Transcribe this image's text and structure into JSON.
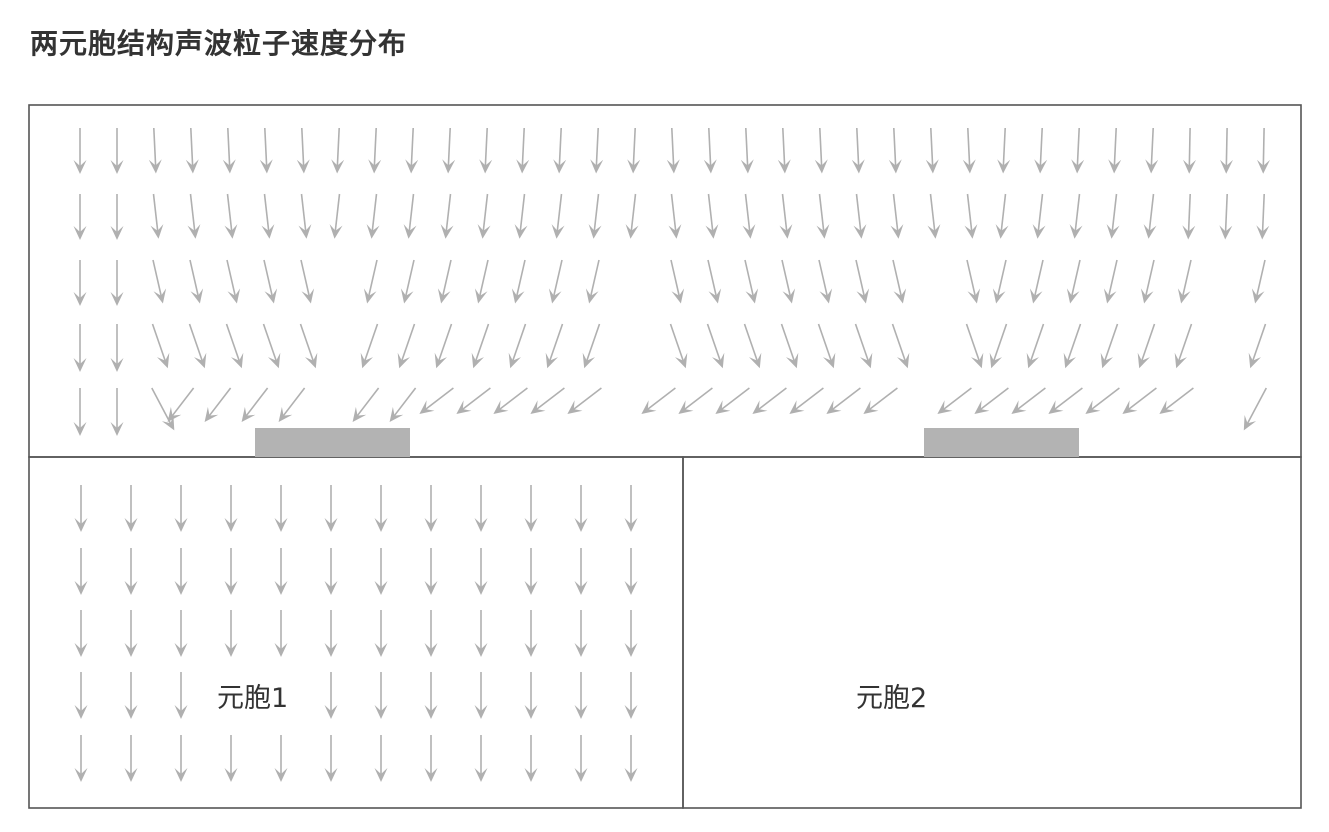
{
  "title": "两元胞结构声波粒子速度分布",
  "labels": {
    "cell1": "元胞1",
    "cell2": "元胞2"
  },
  "colors": {
    "frame": "#555555",
    "arrow": "#b0b0b0",
    "plate": "#b3b3b3",
    "text": "#333333"
  }
}
